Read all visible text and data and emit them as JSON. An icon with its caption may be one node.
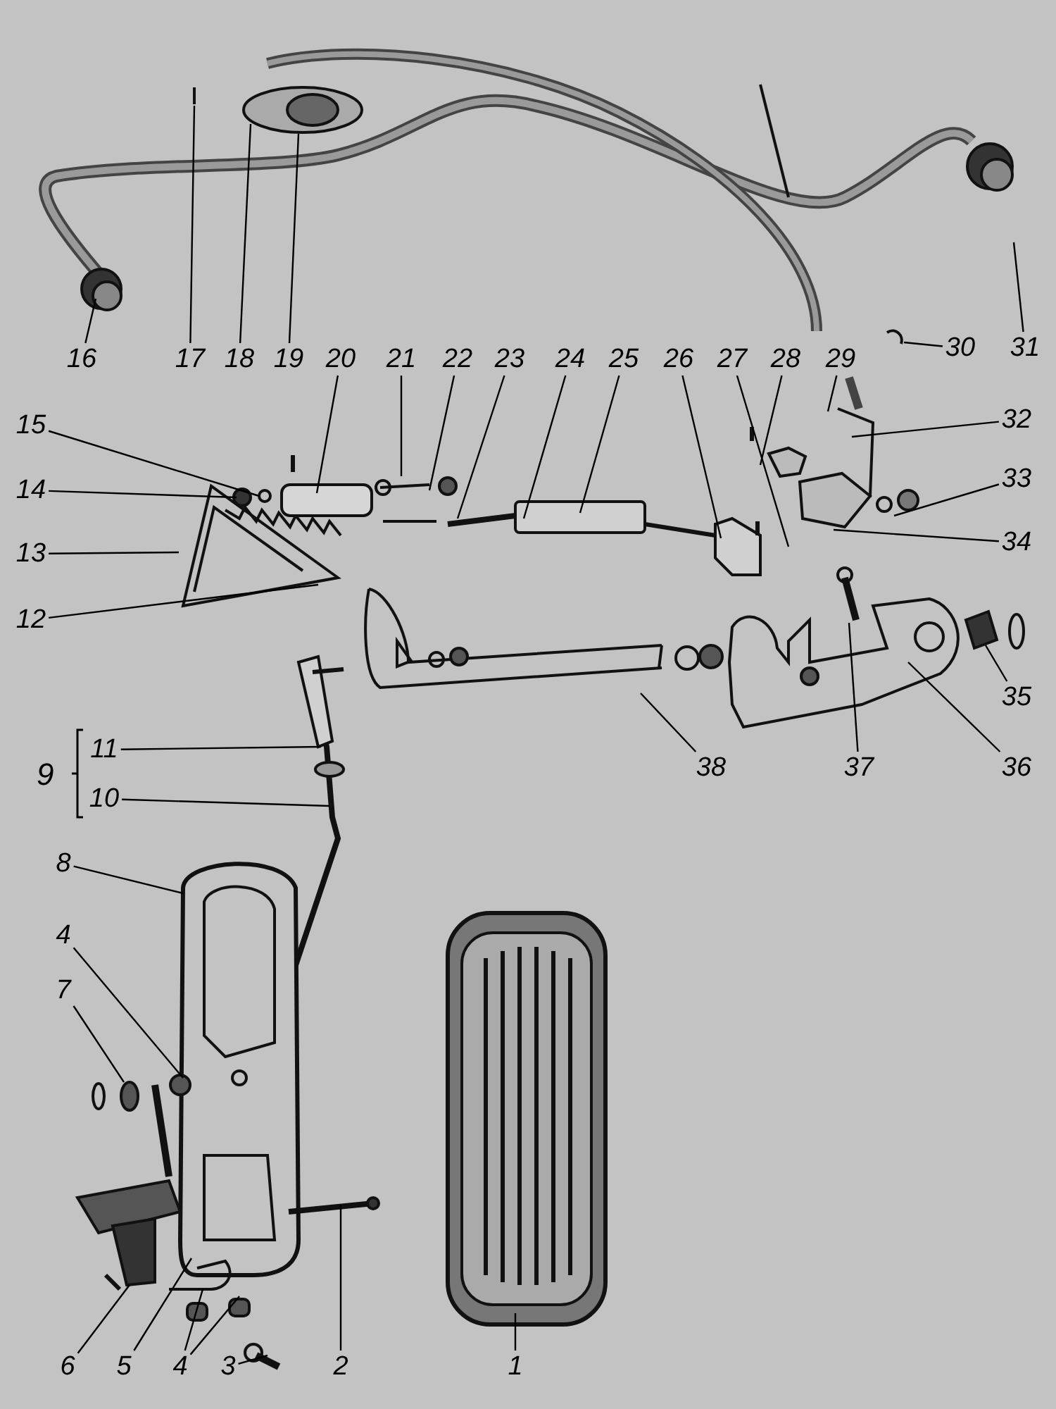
{
  "diagram": {
    "nodes": [
      {
        "text": [
          "16"
        ]
      },
      {
        "text": [
          "17"
        ]
      },
      {
        "text": [
          "18"
        ]
      },
      {
        "text": [
          "19"
        ]
      },
      {
        "text": [
          "20"
        ]
      },
      {
        "text": [
          "21"
        ]
      },
      {
        "text": [
          "22"
        ]
      },
      {
        "text": [
          "23"
        ]
      },
      {
        "text": [
          "24"
        ]
      },
      {
        "text": [
          "25"
        ]
      },
      {
        "text": [
          "26"
        ]
      },
      {
        "text": [
          "27"
        ]
      },
      {
        "text": [
          "28"
        ]
      },
      {
        "text": [
          "29"
        ]
      },
      {
        "text": [
          "30"
        ]
      },
      {
        "text": [
          "31"
        ]
      },
      {
        "text": [
          "15"
        ]
      },
      {
        "text": [
          "32"
        ]
      },
      {
        "text": [
          "14"
        ]
      },
      {
        "text": [
          "33"
        ]
      },
      {
        "text": [
          "13"
        ]
      },
      {
        "text": [
          "34"
        ]
      },
      {
        "text": [
          "12"
        ]
      },
      {
        "text": [
          "35"
        ]
      },
      {
        "text": [
          "11"
        ]
      },
      {
        "text": [
          "10"
        ]
      },
      {
        "text": [
          "38"
        ]
      },
      {
        "text": [
          "37"
        ]
      },
      {
        "text": [
          "36"
        ]
      },
      {
        "text": [
          "8"
        ]
      },
      {
        "text": [
          "4"
        ]
      },
      {
        "text": [
          "7"
        ]
      },
      {
        "text": [
          "6"
        ]
      },
      {
        "text": [
          "5"
        ]
      },
      {
        "text": [
          "4"
        ]
      },
      {
        "text": [
          "3"
        ]
      },
      {
        "text": [
          "2"
        ]
      },
      {
        "text": [
          "1"
        ]
      }
    ],
    "edges": [
      {
        "from": 0,
        "to": null,
        "arrow": "none"
      },
      {
        "from": 1,
        "to": null,
        "arrow": "none"
      },
      {
        "from": 2,
        "to": null,
        "arrow": "none"
      },
      {
        "from": 3,
        "to": null,
        "arrow": "none"
      },
      {
        "from": 4,
        "to": null,
        "arrow": "none"
      },
      {
        "from": 5,
        "to": null,
        "arrow": "none"
      },
      {
        "from": 6,
        "to": null,
        "arrow": "none"
      },
      {
        "from": 7,
        "to": null,
        "arrow": "none"
      },
      {
        "from": 8,
        "to": null,
        "arrow": "none"
      },
      {
        "from": 9,
        "to": null,
        "arrow": "none"
      },
      {
        "from": 10,
        "to": null,
        "arrow": "none"
      },
      {
        "from": 11,
        "to": null,
        "arrow": "none"
      },
      {
        "from": 12,
        "to": null,
        "arrow": "none"
      },
      {
        "from": 13,
        "to": null,
        "arrow": "none"
      },
      {
        "from": 14,
        "to": null,
        "arrow": "none"
      },
      {
        "from": 15,
        "to": null,
        "arrow": "none"
      },
      {
        "from": 16,
        "to": null,
        "arrow": "none"
      },
      {
        "from": 17,
        "to": null,
        "arrow": "none"
      },
      {
        "from": 18,
        "to": null,
        "arrow": "none"
      },
      {
        "from": 19,
        "to": null,
        "arrow": "none"
      },
      {
        "from": 20,
        "to": null,
        "arrow": "none"
      },
      {
        "from": 21,
        "to": null,
        "arrow": "none"
      },
      {
        "from": 22,
        "to": null,
        "arrow": "none"
      },
      {
        "from": 23,
        "to": null,
        "arrow": "none"
      },
      {
        "from": 24,
        "to": null,
        "arrow": "none"
      },
      {
        "from": 25,
        "to": null,
        "arrow": "none"
      },
      {
        "from": 26,
        "to": null,
        "arrow": "none"
      },
      {
        "from": 27,
        "to": null,
        "arrow": "none"
      },
      {
        "from": 28,
        "to": null,
        "arrow": "none"
      },
      {
        "from": 29,
        "to": null,
        "arrow": "none"
      },
      {
        "from": 30,
        "to": null,
        "arrow": "none"
      },
      {
        "from": 31,
        "to": null,
        "arrow": "none"
      },
      {
        "from": 32,
        "to": null,
        "arrow": "none"
      },
      {
        "from": 33,
        "to": null,
        "arrow": "none"
      },
      {
        "from": 34,
        "to": null,
        "arrow": "none"
      },
      {
        "from": 34,
        "to": null,
        "arrow": "none"
      },
      {
        "from": 35,
        "to": null,
        "arrow": "none"
      },
      {
        "from": 36,
        "to": null,
        "arrow": "none"
      },
      {
        "from": 37,
        "to": null,
        "arrow": "none"
      }
    ],
    "labels": [
      "9"
    ]
  }
}
